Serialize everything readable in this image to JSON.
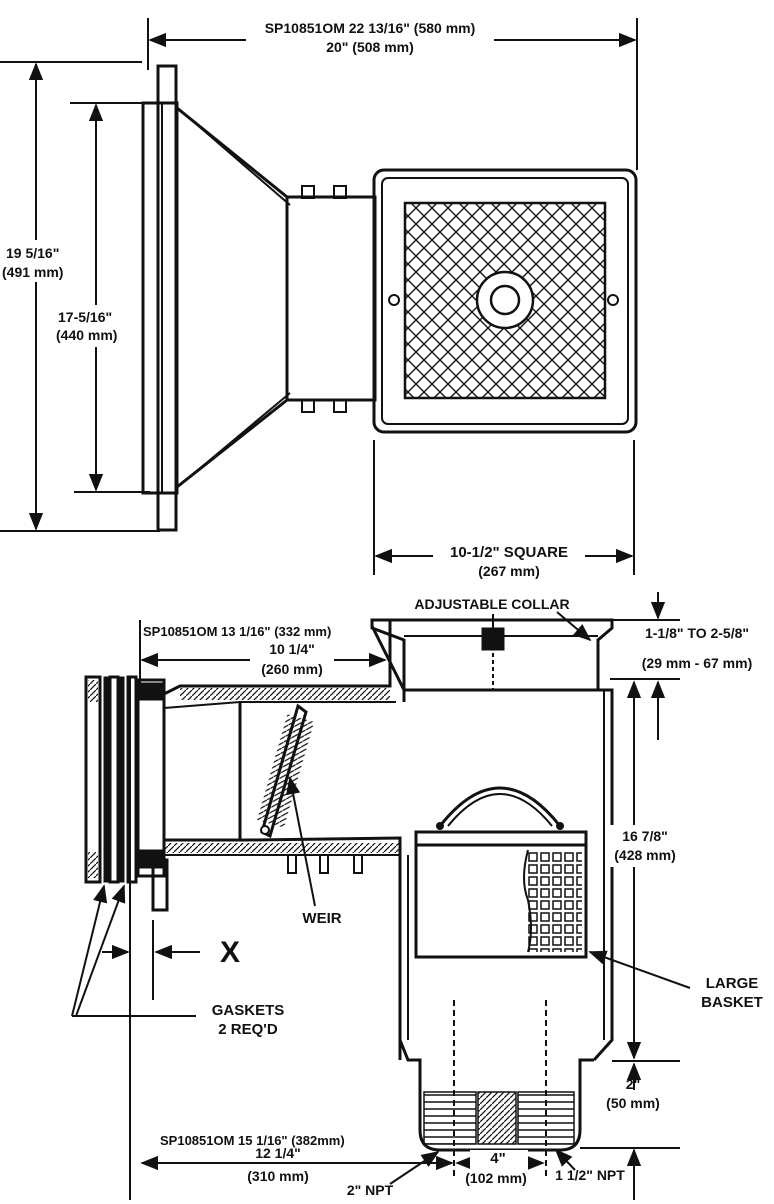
{
  "top_view": {
    "overall_width": "SP10851OM 22 13/16\" (580 mm)",
    "width_in": "20\" (508 mm)",
    "total_height_in": "19 5/16\"",
    "total_height_mm": "(491 mm)",
    "flange_height_in": "17-5/16\"",
    "flange_height_mm": "(440 mm)",
    "lid_size": "10-1/2\" SQUARE",
    "lid_size_mm": "(267 mm)"
  },
  "side_view": {
    "adjustable_collar": "ADJUSTABLE COLLAR",
    "collar_range": "1-1/8\" TO 2-5/8\"",
    "collar_range_mm": "(29 mm - 67 mm)",
    "upper_length": "SP10851OM 13 1/16\" (332 mm)",
    "upper_length_in": "10 1/4\"",
    "upper_length_mm": "(260 mm)",
    "body_height": "16 7/8\"",
    "body_height_mm": "(428 mm)",
    "weir": "WEIR",
    "x_label": "X",
    "large_basket": "LARGE",
    "large_basket_2": "BASKET",
    "gaskets": "GASKETS",
    "gaskets_2": "2 REQ'D",
    "bottom_height": "2\"",
    "bottom_height_mm": "(50 mm)",
    "lower_length": "SP10851OM 15 1/16\" (382mm)",
    "lower_length_in": "12 1/4\"",
    "lower_length_mm": "(310 mm)",
    "npt_2": "2\" NPT",
    "port_spacing": "4\"",
    "port_spacing_mm": "(102 mm)",
    "npt_1_5": "1 1/2\" NPT"
  }
}
